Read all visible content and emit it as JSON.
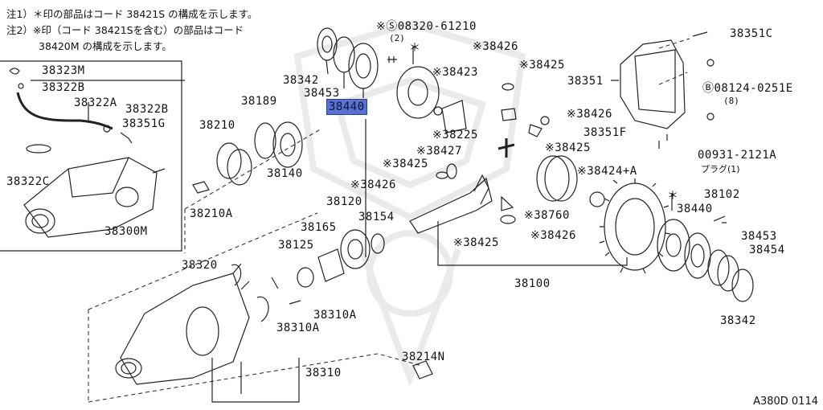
{
  "notes": {
    "note1": "注1）＊印の部品はコード 38421S の構成を示します。",
    "note2_line1": "注2）※印（コード 38421Sを含む）の部品はコード",
    "note2_line2": "38420M の構成を示します。"
  },
  "labels": {
    "p38323M": "38323M",
    "p38322B_left": "38322B",
    "p38322A": "38322A",
    "p38322B_right": "38322B",
    "p38351G": "38351G",
    "p38322C": "38322C",
    "p38300M": "38300M",
    "p38342_top": "38342",
    "p38453_top": "38453",
    "p38440_top": "38440",
    "p08320": "※Ⓢ08320-61210",
    "p08320_qty": "(2)",
    "p38426_a": "※38426",
    "p38425_a": "※38425",
    "p38423": "※38423",
    "p38426_b": "※38426",
    "p38225": "※38225",
    "p38351F": "38351F",
    "p38425_b": "※38425",
    "p38427": "※38427",
    "p38425_c": "※38425",
    "p38426_c": "※38426",
    "p38424A": "※38424+A",
    "p38351C": "38351C",
    "p38351": "38351",
    "p08124": "Ⓑ08124-0251E",
    "p08124_qty": "(8)",
    "p00931": "00931-2121A",
    "p00931_sub": "プラグ(1)",
    "p38189": "38189",
    "p38210": "38210",
    "p38140": "38140",
    "p38210A": "38210A",
    "p38120": "38120",
    "p38165": "38165",
    "p38154": "38154",
    "p38125": "38125",
    "p38760": "※38760",
    "p38425_d": "※38425",
    "p38426_d": "※38426",
    "p38102": "38102",
    "p38440_right": "38440",
    "p38453_right": "38453",
    "p38454": "38454",
    "p38100": "38100",
    "p38342_right": "38342",
    "p38320": "38320",
    "p38310A_a": "38310A",
    "p38310A_b": "38310A",
    "p38310": "38310",
    "p38214N": "38214N",
    "star_mark": "＊",
    "star_mark_2": "＊"
  },
  "highlight": {
    "part": "38440",
    "color": "#5872d4"
  },
  "figure_id": "A380D 0114"
}
